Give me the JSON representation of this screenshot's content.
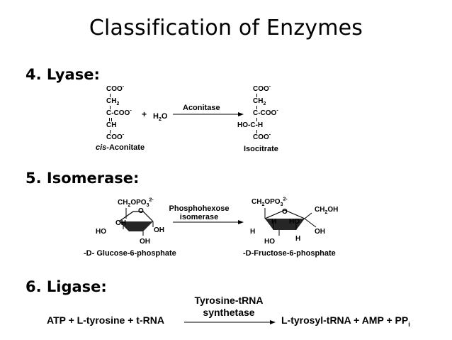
{
  "title": "Classification of Enzymes",
  "sections": {
    "lyase": {
      "heading": "4. Lyase:",
      "reactant": {
        "atoms": [
          "COO",
          "CH",
          "C-COO",
          "CH",
          "COO"
        ],
        "charge": "-",
        "sub2": "2",
        "name_prefix": "cis",
        "name_suffix": "-Aconitate"
      },
      "plus": "+",
      "water": {
        "h": "H",
        "two": "2",
        "o": "O"
      },
      "enzyme": "Aconitase",
      "product": {
        "atoms": [
          "COO",
          "CH",
          "C-COO",
          "HO-C-H",
          "COO"
        ],
        "charge": "-",
        "sub2": "2",
        "name": "Isocitrate"
      }
    },
    "isomerase": {
      "heading": "5. Isomerase:",
      "substrate": {
        "group": "CH",
        "group_sub": "2",
        "group_mid": "OPO",
        "group_sub3": "3",
        "group_charge": "2-",
        "ring_o": "O",
        "oh1": "OH",
        "oh2": "OH",
        "oh3": "OH",
        "ho": "HO",
        "name": "-D- Glucose-6-phosphate"
      },
      "enzyme_line1": "Phosphohexose",
      "enzyme_line2": "isomerase",
      "product": {
        "group": "CH",
        "group_sub": "2",
        "group_mid": "OPO",
        "group_sub3": "3",
        "group_charge": "2-",
        "ring_o": "O",
        "ch2oh_a": "CH",
        "ch2oh_sub": "2",
        "ch2oh_b": "OH",
        "h1": "H",
        "h2": "H",
        "h3": "H",
        "ho1": "HO",
        "ho2": "HO",
        "oh": "OH",
        "name": "-D-Fructose-6-phosphate"
      }
    },
    "ligase": {
      "heading": "6. Ligase:",
      "enzyme_line1": "Tyrosine-tRNA",
      "enzyme_line2": "synthetase",
      "reactants": "ATP + L-tyrosine + t-RNA",
      "products": "L-tyrosyl-tRNA + AMP + PP",
      "products_sub": "i"
    }
  }
}
